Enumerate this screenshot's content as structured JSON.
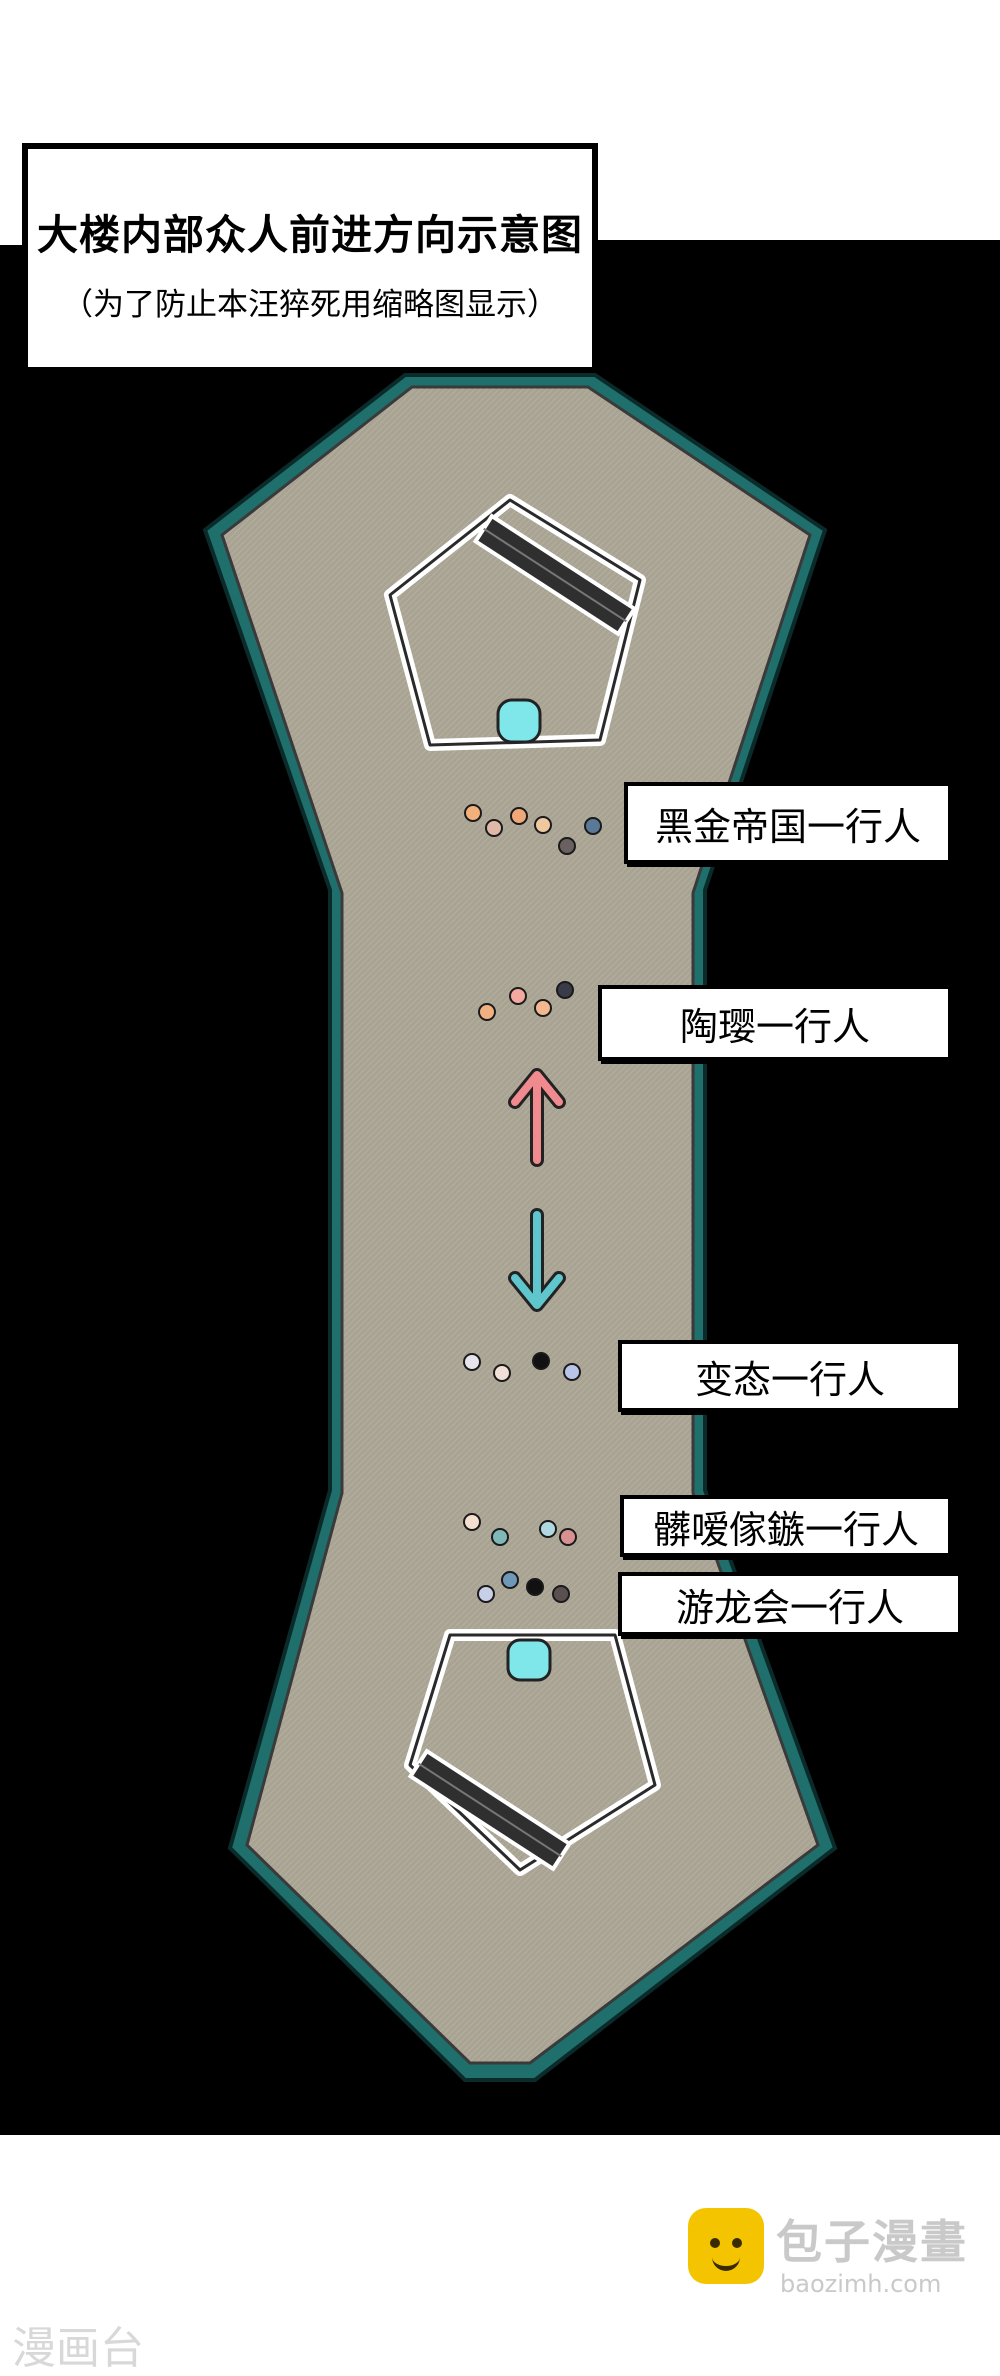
{
  "title": {
    "main": "大楼内部众人前进方向示意图",
    "sub": "（为了防止本汪猝死用缩略图显示）"
  },
  "groups": [
    {
      "id": "heijin",
      "label": "黑金帝国一行人",
      "dots": [
        "#f2b07a",
        "#e0b8a8",
        "#f0a878",
        "#f0c8a0",
        "#6a6060",
        "#5a7898"
      ]
    },
    {
      "id": "taoying",
      "label": "陶璎一行人",
      "dots": [
        "#f0b080",
        "#f4a8a0",
        "#f4b890",
        "#3a3a48"
      ]
    },
    {
      "id": "biantai",
      "label": "变态一行人",
      "dots": [
        "#e8e4ee",
        "#f0e0d8",
        "#111111",
        "#b8c4e8"
      ]
    },
    {
      "id": "chuaige",
      "label": "髒嗳傢鏃一行人",
      "dots": [
        "#f4e0d0",
        "#80b8b8",
        "#b0d8e0",
        "#d89090"
      ]
    },
    {
      "id": "youlong",
      "label": "游龙会一行人",
      "dots": [
        "#c8d0e8",
        "#6f98b8",
        "#111111",
        "#5a5050"
      ]
    }
  ],
  "arrows": {
    "up_color": "#f08a8f",
    "down_color": "#5ec6cc"
  },
  "colors": {
    "floor": "#a9a394",
    "wall": "#1f6f6c",
    "door": "#7fe6ea"
  },
  "watermark": {
    "left": "漫画台",
    "right_name": "包子漫畫",
    "right_url": "baozimh.com"
  }
}
